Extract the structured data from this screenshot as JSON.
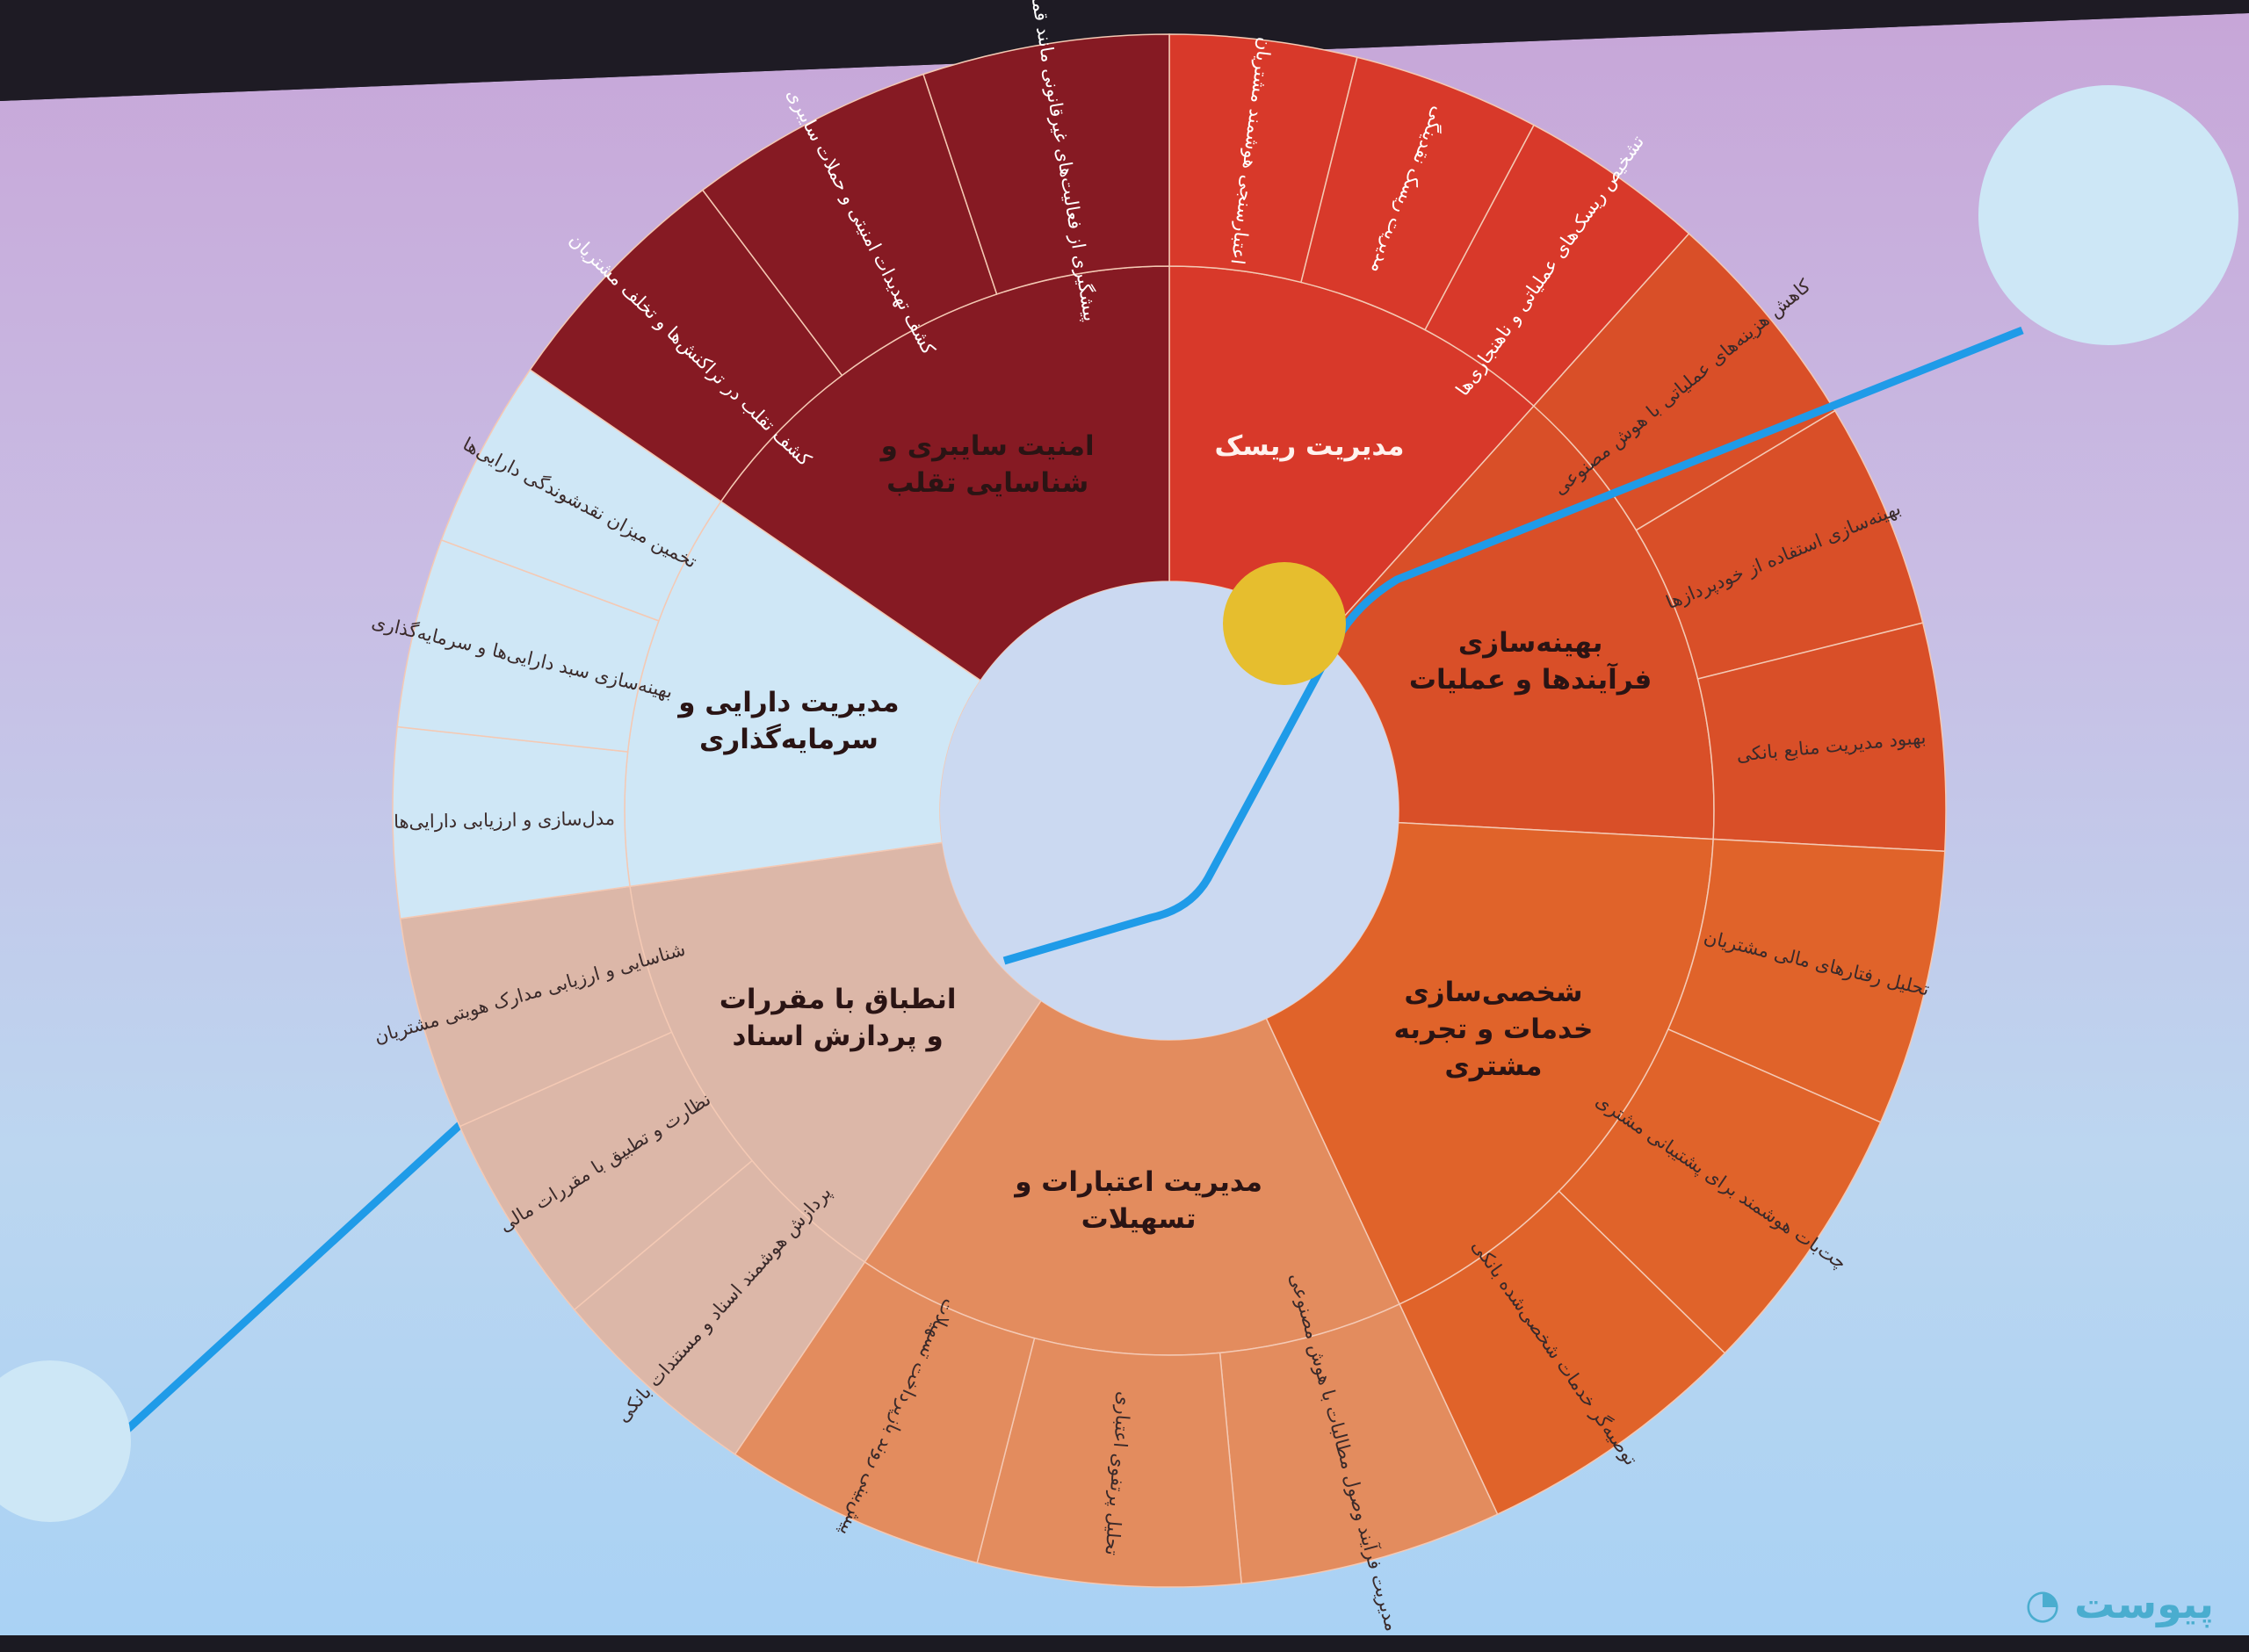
{
  "logo": "پیوست",
  "colors": {
    "line": "#1f9be8",
    "yellow_dot": "#e6be2e",
    "pale_circle": "#cde7f6",
    "divider": "#f4c9b4"
  },
  "categories": [
    {
      "label": "مدیریت ریسک",
      "color": "#d8392a",
      "text": "light",
      "start": 0,
      "end": 42,
      "children": [
        "اعتبارسنجی هوشمند مشتریان",
        "مدیریت ریسک نقدینگی",
        "تشخیص ریسک‌های عملیاتی و ناهنجاری‌ها"
      ]
    },
    {
      "label": "بهینه‌سازی فرآیندها و عملیات",
      "color": "#d94f28",
      "text": "dark",
      "start": 42,
      "end": 93,
      "children": [
        "کاهش هزینه‌های عملیاتی با هوش مصنوعی",
        "بهینه‌سازی استفاده از خودپردازها",
        "بهبود مدیریت منابع بانکی"
      ]
    },
    {
      "label": "شخصی‌سازی خدمات و تجربه مشتری",
      "color": "#e0632a",
      "text": "dark",
      "start": 93,
      "end": 155,
      "children": [
        "تحلیل رفتارهای مالی مشتریان",
        "چت‌بات هوشمند برای پشتیبانی مشتری",
        "توصیه‌گر خدمات شخصی‌شده بانکی"
      ]
    },
    {
      "label": "مدیریت اعتبارات و تسهیلات",
      "color": "#e38c5e",
      "text": "dark",
      "start": 155,
      "end": 214,
      "children": [
        "مدیریت فرآیند وصول مطالبات با هوش مصنوعی",
        "تحلیل پرتفوی اعتباری",
        "پیش‌بینی روند بازپرداخت تسهیلات"
      ]
    },
    {
      "label": "انطباق با مقررات و پردازش اسناد",
      "color": "#dcb7a8",
      "text": "dark",
      "start": 214,
      "end": 262,
      "children": [
        "پردازش هوشمند اسناد و مستندات بانکی",
        "نظارت و تطبیق با مقررات مالی",
        "شناسایی و ارزیابی مدارک هویتی مشتریان"
      ]
    },
    {
      "label": "مدیریت دارایی و سرمایه‌گذاری",
      "color": "#cfe7f6",
      "text": "dark",
      "start": 262,
      "end": 304.6,
      "children": [
        "مدل‌سازی و ارزیابی دارایی‌ها",
        "بهینه‌سازی سبد دارایی‌ها و سرمایه‌گذاری",
        "تخمین میزان نقدشوندگی دارایی‌ها"
      ]
    },
    {
      "label": "امنیت سایبری و شناسایی تقلب",
      "color": "#861a23",
      "text": "dark",
      "start": 304.6,
      "end": 360,
      "children": [
        "کشف تقلب در تراکنش‌ها و تخلف مشتریان",
        "کشف تهدیدات امنیتی و حملات سایبری",
        "پیشگیری از فعالیت‌های غیرقانونی مانند قمار"
      ]
    }
  ]
}
